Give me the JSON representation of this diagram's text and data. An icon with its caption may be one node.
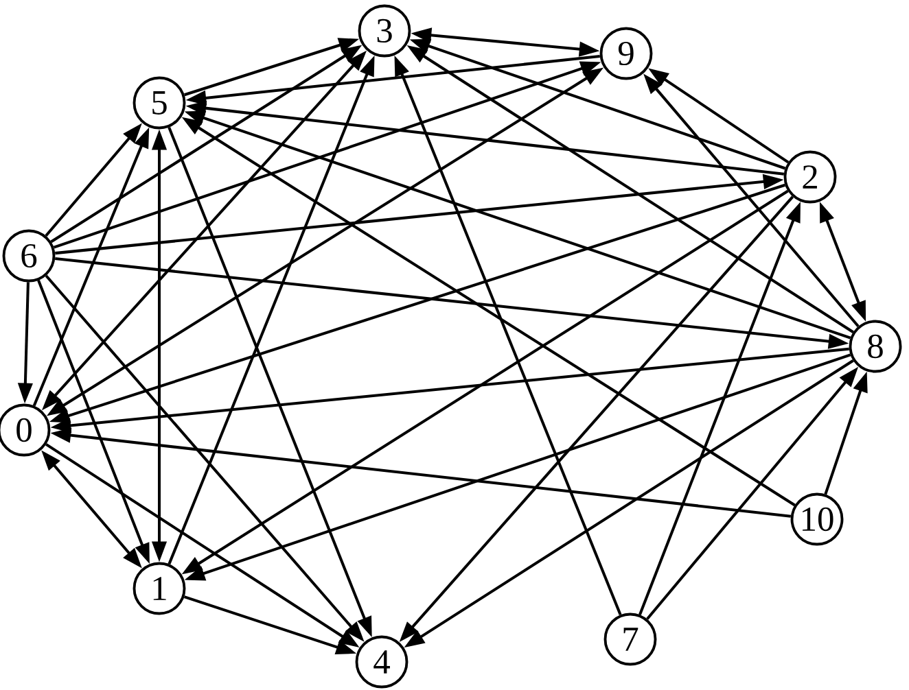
{
  "diagram": {
    "nodes": [
      {
        "text": [
          "0"
        ]
      },
      {
        "text": [
          "1"
        ]
      },
      {
        "text": [
          "2"
        ]
      },
      {
        "text": [
          "3"
        ]
      },
      {
        "text": [
          "4"
        ]
      },
      {
        "text": [
          "5"
        ]
      },
      {
        "text": [
          "6"
        ]
      },
      {
        "text": [
          "7"
        ]
      },
      {
        "text": [
          "8"
        ]
      },
      {
        "text": [
          "9"
        ]
      },
      {
        "text": [
          "10"
        ]
      }
    ],
    "edges": [
      {
        "from": 6,
        "to": 5,
        "arrow": "to"
      },
      {
        "from": 6,
        "to": 3,
        "arrow": "to"
      },
      {
        "from": 6,
        "to": 9,
        "arrow": "to"
      },
      {
        "from": 6,
        "to": 2,
        "arrow": "to"
      },
      {
        "from": 6,
        "to": 8,
        "arrow": "to"
      },
      {
        "from": 6,
        "to": 0,
        "arrow": "to"
      },
      {
        "from": 6,
        "to": 1,
        "arrow": "to"
      },
      {
        "from": 6,
        "to": 4,
        "arrow": "to"
      },
      {
        "from": 5,
        "to": 3,
        "arrow": "to"
      },
      {
        "from": 9,
        "to": 5,
        "arrow": "to"
      },
      {
        "from": 2,
        "to": 5,
        "arrow": "to"
      },
      {
        "from": 8,
        "to": 5,
        "arrow": "to"
      },
      {
        "from": 10,
        "to": 5,
        "arrow": "to"
      },
      {
        "from": 5,
        "to": 1,
        "arrow": "both"
      },
      {
        "from": 5,
        "to": 4,
        "arrow": "to"
      },
      {
        "from": 0,
        "to": 5,
        "arrow": "to"
      },
      {
        "from": 0,
        "to": 3,
        "arrow": "both"
      },
      {
        "from": 1,
        "to": 3,
        "arrow": "to"
      },
      {
        "from": 7,
        "to": 3,
        "arrow": "to"
      },
      {
        "from": 3,
        "to": 9,
        "arrow": "both"
      },
      {
        "from": 2,
        "to": 3,
        "arrow": "to"
      },
      {
        "from": 8,
        "to": 3,
        "arrow": "to"
      },
      {
        "from": 0,
        "to": 9,
        "arrow": "both"
      },
      {
        "from": 2,
        "to": 9,
        "arrow": "to"
      },
      {
        "from": 8,
        "to": 9,
        "arrow": "to"
      },
      {
        "from": 2,
        "to": 0,
        "arrow": "to"
      },
      {
        "from": 2,
        "to": 1,
        "arrow": "to"
      },
      {
        "from": 2,
        "to": 4,
        "arrow": "to"
      },
      {
        "from": 7,
        "to": 2,
        "arrow": "to"
      },
      {
        "from": 8,
        "to": 2,
        "arrow": "both"
      },
      {
        "from": 8,
        "to": 0,
        "arrow": "to"
      },
      {
        "from": 8,
        "to": 1,
        "arrow": "to"
      },
      {
        "from": 8,
        "to": 4,
        "arrow": "to"
      },
      {
        "from": 7,
        "to": 8,
        "arrow": "to"
      },
      {
        "from": 10,
        "to": 8,
        "arrow": "to"
      },
      {
        "from": 10,
        "to": 0,
        "arrow": "to"
      },
      {
        "from": 0,
        "to": 1,
        "arrow": "both"
      },
      {
        "from": 0,
        "to": 4,
        "arrow": "to"
      },
      {
        "from": 1,
        "to": 4,
        "arrow": "to"
      }
    ]
  }
}
